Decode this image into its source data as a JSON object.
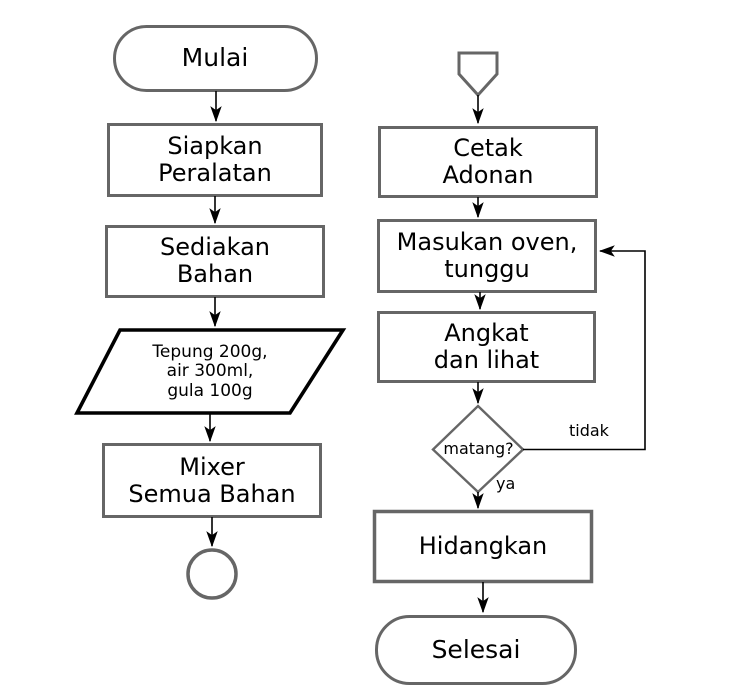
{
  "diagram": {
    "type": "flowchart",
    "language": "Indonesian",
    "nodes": {
      "start": {
        "shape": "terminator",
        "label": "Mulai"
      },
      "prepare_tools": {
        "shape": "process",
        "label": "Siapkan\nPeralatan"
      },
      "prepare_ingredients": {
        "shape": "process",
        "label": "Sediakan\nBahan"
      },
      "ingredients_input": {
        "shape": "input-output",
        "label": "Tepung 200g,\nair 300ml,\ngula 100g"
      },
      "mix": {
        "shape": "process",
        "label": "Mixer\nSemua Bahan"
      },
      "connector_left": {
        "shape": "circle-connector",
        "label": ""
      },
      "connector_right": {
        "shape": "off-page-connector",
        "label": ""
      },
      "shape_dough": {
        "shape": "process",
        "label": "Cetak\nAdonan"
      },
      "oven_wait": {
        "shape": "process",
        "label": "Masukan oven,\ntunggu"
      },
      "lift_check": {
        "shape": "process",
        "label": "Angkat\ndan lihat"
      },
      "decision_done": {
        "shape": "decision",
        "label": "matang?"
      },
      "serve": {
        "shape": "process",
        "label": "Hidangkan"
      },
      "end": {
        "shape": "terminator",
        "label": "Selesai"
      }
    },
    "edge_labels": {
      "no": "tidak",
      "yes": "ya"
    },
    "colors": {
      "background": "#ffffff",
      "node_stroke": "#666666",
      "io_stroke": "#000000",
      "arrow": "#000000",
      "text": "#000000"
    }
  }
}
